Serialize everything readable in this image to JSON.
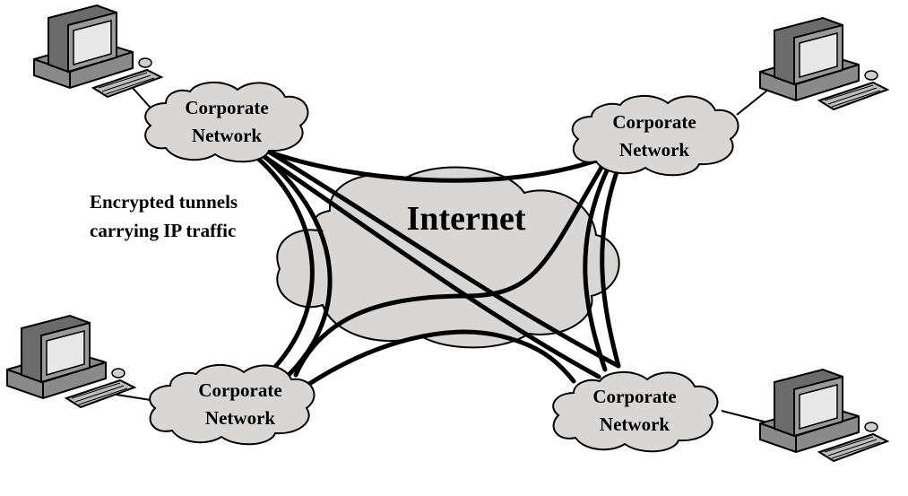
{
  "internet": {
    "label": "Internet"
  },
  "corporate_networks": [
    {
      "line1": "Corporate",
      "line2": "Network"
    },
    {
      "line1": "Corporate",
      "line2": "Network"
    },
    {
      "line1": "Corporate",
      "line2": "Network"
    },
    {
      "line1": "Corporate",
      "line2": "Network"
    }
  ],
  "caption": {
    "line1": "Encrypted tunnels",
    "line2": "carrying IP traffic"
  },
  "colors": {
    "cloud_fill": "#d9d6d6",
    "outline": "#000000",
    "background": "#ffffff"
  },
  "icons": {
    "computer": "desktop-computer-icon"
  }
}
